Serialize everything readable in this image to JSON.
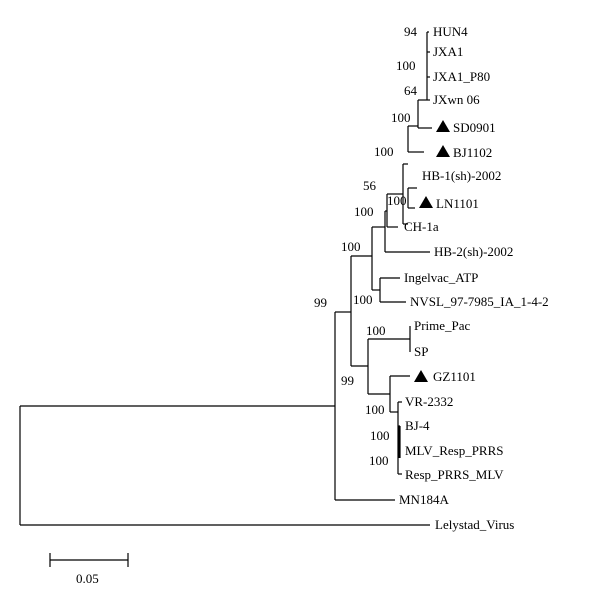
{
  "tree": {
    "taxa": [
      {
        "id": "hun4",
        "label": "HUN4",
        "marked": false
      },
      {
        "id": "jxa1",
        "label": "JXA1",
        "marked": false
      },
      {
        "id": "jxa1p80",
        "label": "JXA1_P80",
        "marked": false
      },
      {
        "id": "jxwn06",
        "label": "JXwn 06",
        "marked": false
      },
      {
        "id": "sd0901",
        "label": "SD0901",
        "marked": true
      },
      {
        "id": "bj1102",
        "label": "BJ1102",
        "marked": true
      },
      {
        "id": "hb1",
        "label": "HB-1(sh)-2002",
        "marked": false
      },
      {
        "id": "ln1101",
        "label": "LN1101",
        "marked": true
      },
      {
        "id": "ch1a",
        "label": "CH-1a",
        "marked": false
      },
      {
        "id": "hb2",
        "label": "HB-2(sh)-2002",
        "marked": false
      },
      {
        "id": "ingelvac",
        "label": "Ingelvac_ATP",
        "marked": false
      },
      {
        "id": "nvsl",
        "label": "NVSL_97-7985_IA_1-4-2",
        "marked": false
      },
      {
        "id": "primepac",
        "label": "Prime_Pac",
        "marked": false
      },
      {
        "id": "sp",
        "label": "SP",
        "marked": false
      },
      {
        "id": "gz1101",
        "label": "GZ1101",
        "marked": true
      },
      {
        "id": "vr2332",
        "label": "VR-2332",
        "marked": false
      },
      {
        "id": "bj4",
        "label": "BJ-4",
        "marked": false
      },
      {
        "id": "mlv",
        "label": "MLV_Resp_PRRS",
        "marked": false
      },
      {
        "id": "resp",
        "label": "Resp_PRRS_MLV",
        "marked": false
      },
      {
        "id": "mn184a",
        "label": "MN184A",
        "marked": false
      },
      {
        "id": "lelystad",
        "label": "Lelystad_Virus",
        "marked": false
      }
    ],
    "bootstrap": [
      {
        "id": "b94",
        "value": "94"
      },
      {
        "id": "b100a",
        "value": "100"
      },
      {
        "id": "b64",
        "value": "64"
      },
      {
        "id": "b100b",
        "value": "100"
      },
      {
        "id": "b100c",
        "value": "100"
      },
      {
        "id": "b56",
        "value": "56"
      },
      {
        "id": "b100d",
        "value": "100"
      },
      {
        "id": "b100e",
        "value": "100"
      },
      {
        "id": "b100f",
        "value": "100"
      },
      {
        "id": "b99a",
        "value": "99"
      },
      {
        "id": "b100g",
        "value": "100"
      },
      {
        "id": "b99b",
        "value": "99"
      },
      {
        "id": "b100h",
        "value": "100"
      },
      {
        "id": "b100i",
        "value": "100"
      },
      {
        "id": "b100j",
        "value": "100"
      },
      {
        "id": "b100k",
        "value": "100"
      }
    ],
    "scale_bar": {
      "label": "0.05"
    }
  }
}
